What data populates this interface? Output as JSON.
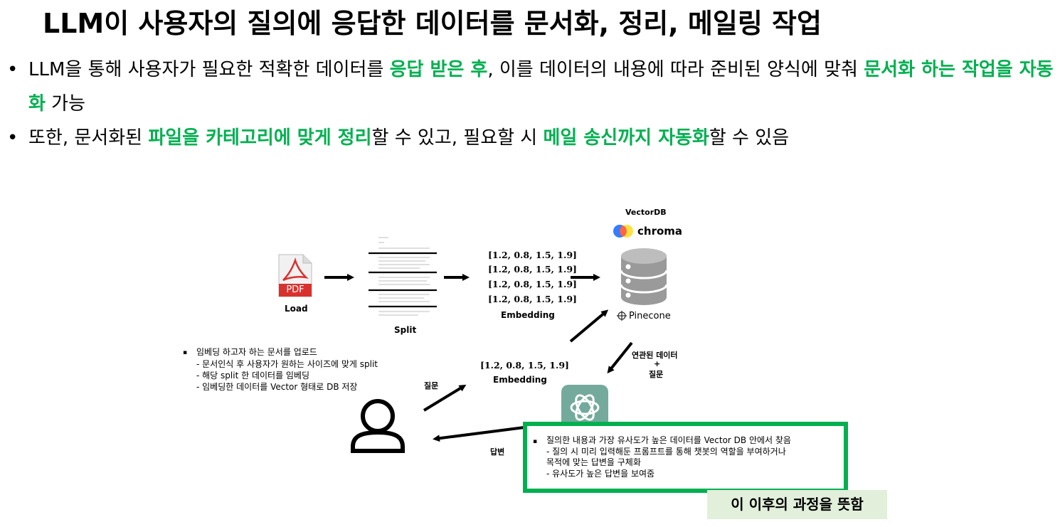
{
  "title": "LLM이 사용자의 질의에 응답한 데이터를 문서화, 정리, 메일링 작업",
  "bullets": [
    {
      "parts": [
        {
          "text": "LLM을 통해 사용자가 필요한 적확한 데이터를 ",
          "hl": false
        },
        {
          "text": "응답 받은 후",
          "hl": true
        },
        {
          "text": ", 이를 데이터의 내용에 따라 준비된 양식에 맞춰 ",
          "hl": false
        },
        {
          "text": "문서화 하는 작업을 자동화",
          "hl": true
        },
        {
          "text": " 가능",
          "hl": false
        }
      ]
    },
    {
      "parts": [
        {
          "text": "또한, 문서화된 ",
          "hl": false
        },
        {
          "text": "파일을 카테고리에 맞게 정리",
          "hl": true
        },
        {
          "text": "할 수 있고, 필요할 시 ",
          "hl": false
        },
        {
          "text": "메일 송신까지 자동화",
          "hl": true
        },
        {
          "text": "할 수 있음",
          "hl": false
        }
      ]
    }
  ],
  "diagram": {
    "pdf_label": "PDF",
    "load_label": "Load",
    "split_label": "Split",
    "embedding_vectors": [
      "[1.2, 0.8, 1.5, 1.9]",
      "[1.2, 0.8, 1.5, 1.9]",
      "[1.2, 0.8, 1.5, 1.9]",
      "[1.2, 0.8, 1.5, 1.9]"
    ],
    "embedding_label": "Embedding",
    "vectordb_label": "VectorDB",
    "chroma_label": "chroma",
    "pinecone_label": "Pinecone",
    "query_vector": "[1.2, 0.8, 1.5, 1.9]",
    "query_embedding_label": "Embedding",
    "question_label": "질문",
    "answer_label": "답변",
    "related_data_label": "연관된 데이터",
    "plus_label": "+",
    "related_question_label": "질문",
    "left_notes": {
      "bullet": "▪",
      "head": "임베딩 하고자 하는 문서를 업로드",
      "lines": [
        "- 문서인식 후 사용자가 원하는 사이즈에 맞게 split",
        "- 해당 split 한 데이터를 임베딩",
        "- 임베딩한 데이터를 Vector 형태로 DB 저장"
      ]
    },
    "right_notes": {
      "bullet": "▪",
      "head": "질의한 내용과 가장 유사도가 높은 데이터를 Vector DB 안에서 찾음",
      "lines": [
        "- 질의 시 미리 입력해둔 프롬프트를 통해 챗봇의 역할을 부여하거나",
        "목적에 맞는 답변을 구체화",
        "- 유사도가 높은 답변을 보여줌"
      ]
    },
    "footer_tag": "이 이후의 과정을 뜻함"
  },
  "colors": {
    "highlight": "#00b050",
    "tag_bg": "#e2efda",
    "pdf_red": "#d9322e",
    "gpt_green": "#74aa9c"
  }
}
